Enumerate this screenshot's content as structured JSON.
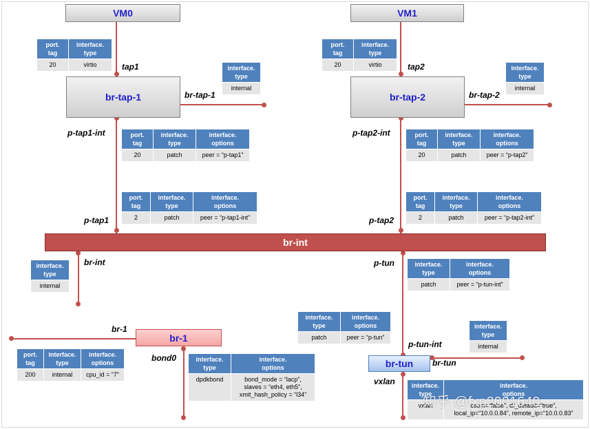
{
  "bridges": {
    "vm0": "VM0",
    "vm1": "VM1",
    "br_tap_1": "br-tap-1",
    "br_tap_2": "br-tap-2",
    "br_int": "br-int",
    "br_1": "br-1",
    "br_tun": "br-tun"
  },
  "ports": {
    "tap1": "tap1",
    "tap2": "tap2",
    "br_tap_1": "br-tap-1",
    "br_tap_2": "br-tap-2",
    "p_tap1_int": "p-tap1-int",
    "p_tap2_int": "p-tap2-int",
    "p_tap1": "p-tap1",
    "p_tap2": "p-tap2",
    "br_int": "br-int",
    "p_tun": "p-tun",
    "br_1": "br-1",
    "bond0": "bond0",
    "p_tun_int": "p-tun-int",
    "br_tun": "br-tun",
    "vxlan": "vxlan"
  },
  "headers": {
    "port_tag_1": "port.",
    "port_tag_2": "tag",
    "if_type_1": "interface.",
    "if_type_2": "type",
    "if_options_1": "interface.",
    "if_options_2": "options"
  },
  "tables": {
    "tap1": {
      "tag": "20",
      "type": "virtio"
    },
    "tap2": {
      "tag": "20",
      "type": "virtio"
    },
    "br_tap_1": {
      "type": "internal"
    },
    "br_tap_2": {
      "type": "internal"
    },
    "p_tap1_int": {
      "tag": "20",
      "type": "patch",
      "options": "peer = “p-tap1”"
    },
    "p_tap2_int": {
      "tag": "20",
      "type": "patch",
      "options": "peer = “p-tap2”"
    },
    "p_tap1": {
      "tag": "2",
      "type": "patch",
      "options": "peer = “p-tap1-int”"
    },
    "p_tap2": {
      "tag": "2",
      "type": "patch",
      "options": "peer = “p-tap2-int”"
    },
    "br_int": {
      "type": "internal"
    },
    "p_tun": {
      "type": "patch",
      "options": "peer = “p-tun-int”"
    },
    "p_tun_int": {
      "type": "patch",
      "options": "peer = “p-tun”"
    },
    "br_tun": {
      "type": "internal"
    },
    "br_1": {
      "tag": "200",
      "type": "internal",
      "options": "cpu_id = “7”"
    },
    "bond0": {
      "type": "dpdkbond",
      "options_1": "bond_mode = “lacp”,",
      "options_2": "slaves = “eth4, eth5”,",
      "options_3": "xmit_hash_policy = “l34”"
    },
    "vxlan": {
      "type": "vxlan",
      "options_1": "csum=“false”, df_default=“true”,",
      "options_2": "local_ip=“10.0.0.84”,  remote_ip=“10.0.0.83”"
    }
  },
  "watermark": "知乎 @fxp2001640",
  "colors": {
    "wire": "#c0504d",
    "header": "#4f81bd",
    "cell": "#e5e5e5",
    "label": "#1f1fc8"
  }
}
